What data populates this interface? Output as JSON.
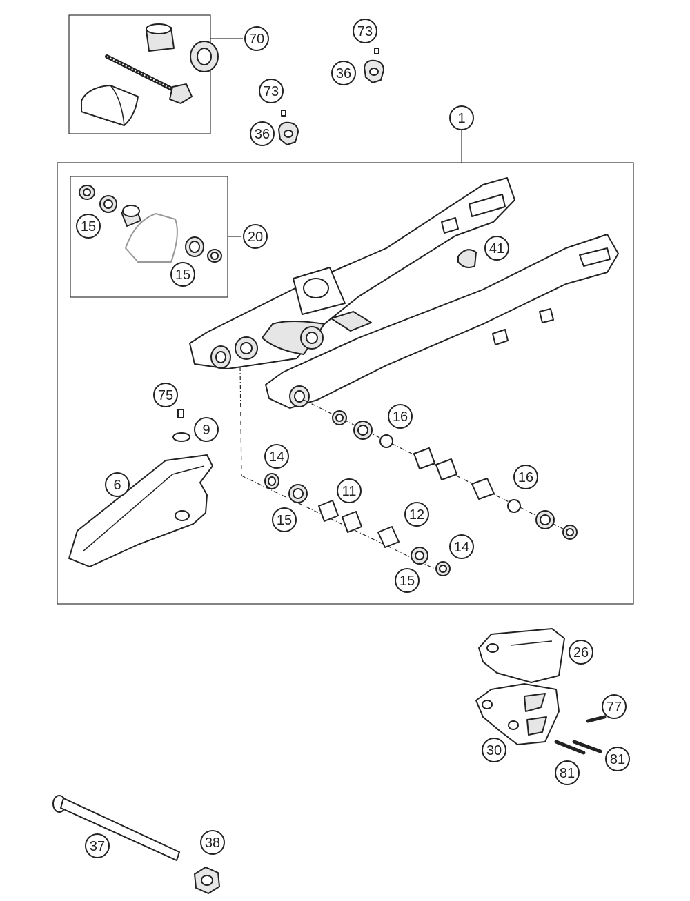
{
  "callouts": [
    {
      "label": "70"
    },
    {
      "label": "73"
    },
    {
      "label": "36"
    },
    {
      "label": "73"
    },
    {
      "label": "36"
    },
    {
      "label": "1"
    },
    {
      "label": "15"
    },
    {
      "label": "20"
    },
    {
      "label": "15"
    },
    {
      "label": "41"
    },
    {
      "label": "75"
    },
    {
      "label": "9"
    },
    {
      "label": "6"
    },
    {
      "label": "16"
    },
    {
      "label": "14"
    },
    {
      "label": "11"
    },
    {
      "label": "15"
    },
    {
      "label": "12"
    },
    {
      "label": "16"
    },
    {
      "label": "14"
    },
    {
      "label": "15"
    },
    {
      "label": "26"
    },
    {
      "label": "77"
    },
    {
      "label": "30"
    },
    {
      "label": "81"
    },
    {
      "label": "81"
    },
    {
      "label": "37"
    },
    {
      "label": "38"
    }
  ]
}
